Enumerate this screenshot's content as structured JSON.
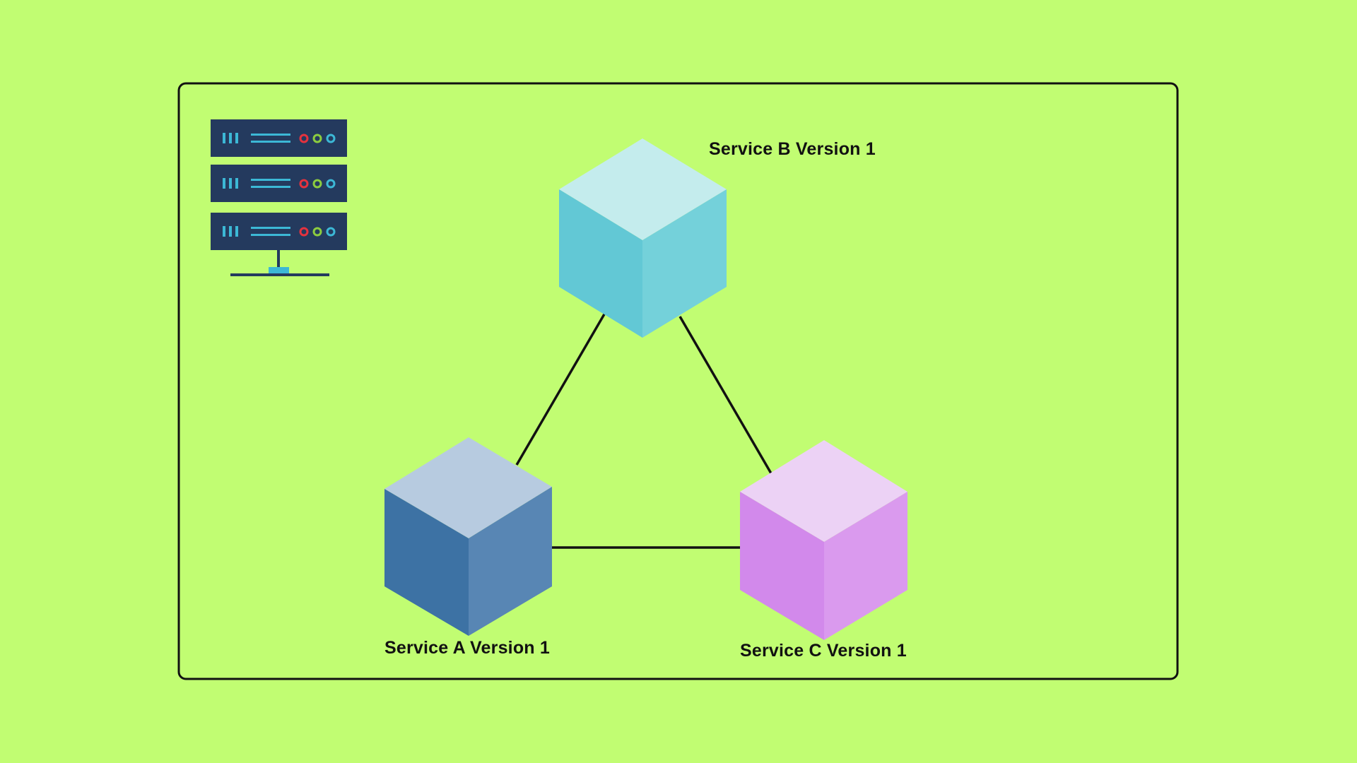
{
  "colors": {
    "background": "#c1fd72",
    "frame_border": "#111111",
    "connector": "#111111",
    "server_body": "#243a5e",
    "server_accent": "#3cb8d6",
    "led_red": "#e5323e",
    "led_green": "#8ccc3f",
    "led_cyan": "#3cb8d6",
    "cube_a": {
      "top": "#b7cbe0",
      "left": "#3d72a4",
      "right": "#5886b4"
    },
    "cube_b": {
      "top": "#c4eced",
      "left": "#62c8d5",
      "right": "#74d1da"
    },
    "cube_c": {
      "top": "#ecd2f5",
      "left": "#d289eb",
      "right": "#da9aee"
    }
  },
  "icons": {
    "server": "server-rack-icon"
  },
  "services": {
    "a": {
      "label": "Service A Version 1"
    },
    "b": {
      "label": "Service B Version 1"
    },
    "c": {
      "label": "Service C Version 1"
    }
  },
  "connections": [
    {
      "from": "a",
      "to": "b"
    },
    {
      "from": "b",
      "to": "c"
    },
    {
      "from": "a",
      "to": "c"
    }
  ]
}
